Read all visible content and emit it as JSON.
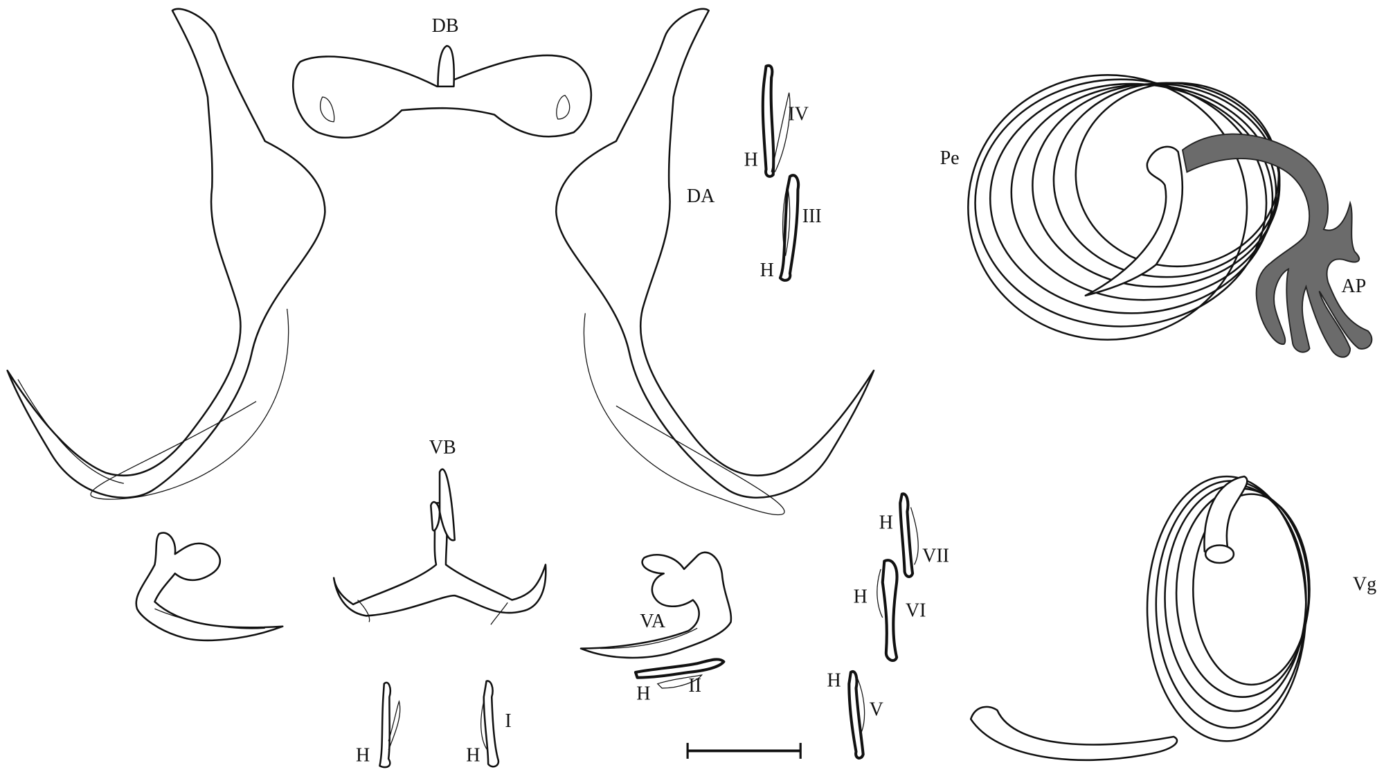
{
  "figure": {
    "labels": {
      "dorsal_bar": "DB",
      "dorsal_anchor": "DA",
      "hook_iv": "IV",
      "hook_iii": "III",
      "hook_handle": "H",
      "penis": "Pe",
      "accessory_piece": "AP",
      "ventral_bar": "VB",
      "ventral_anchor": "VA",
      "hook_ii": "II",
      "hook_i": "I",
      "hook_vii": "VII",
      "hook_vi": "VI",
      "hook_v": "V",
      "vagina": "Vg"
    },
    "colors": {
      "line": "#111111",
      "accessory_fill": "#6b6b6b"
    }
  }
}
